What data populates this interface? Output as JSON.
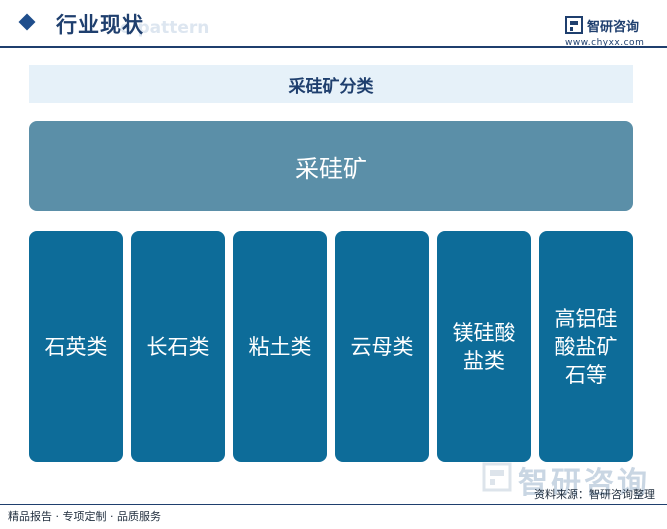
{
  "header": {
    "title": "行业现状",
    "ghost_text": "e pattern",
    "brand_name": "智研咨询",
    "brand_url": "www.chyxx.com"
  },
  "section": {
    "title": "采硅矿分类"
  },
  "root": {
    "label": "采硅矿"
  },
  "categories": [
    {
      "label": "石英类"
    },
    {
      "label": "长石类"
    },
    {
      "label": "粘土类"
    },
    {
      "label": "云母类"
    },
    {
      "label": "镁硅酸盐类"
    },
    {
      "label": "高铝硅酸盐矿石等"
    }
  ],
  "footer": {
    "left": "精品报告 · 专项定制 · 品质服务",
    "source": "资料来源：智研咨询整理",
    "watermark": "智研咨询"
  },
  "colors": {
    "primary": "#1f3f6e",
    "root_box": "#5b8fa8",
    "category_box": "#0d6c99",
    "section_bg": "#e6f1f9"
  }
}
